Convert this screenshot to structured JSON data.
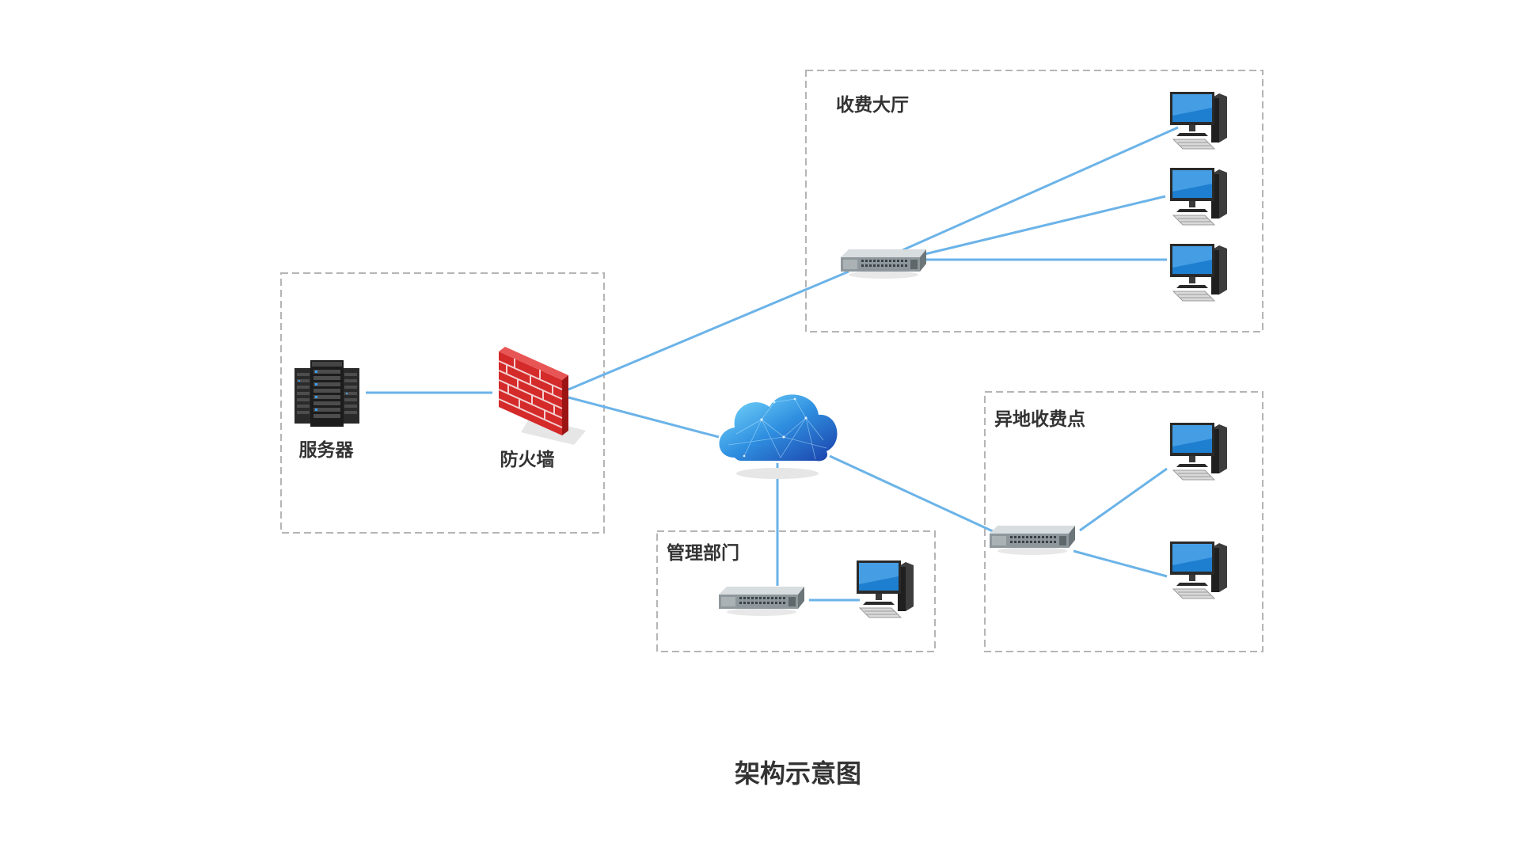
{
  "colors": {
    "link": "#6bb3e8",
    "group_border": "#b5b5b5",
    "label_text": "#333333"
  },
  "groups": {
    "server_zone": {
      "label": ""
    },
    "lobby": {
      "label": "收费大厅"
    },
    "remote": {
      "label": "异地收费点"
    },
    "management": {
      "label": "管理部门"
    }
  },
  "nodes": {
    "server": {
      "label": "服务器",
      "icon": "server-rack-icon"
    },
    "firewall": {
      "label": "防火墙",
      "icon": "firewall-brick-icon"
    },
    "cloud": {
      "label": "",
      "icon": "cloud-icon"
    },
    "switches": [
      "network-switch-icon",
      "network-switch-icon",
      "network-switch-icon"
    ],
    "computers": [
      "desktop-computer-icon",
      "desktop-computer-icon",
      "desktop-computer-icon",
      "desktop-computer-icon",
      "desktop-computer-icon",
      "desktop-computer-icon"
    ]
  },
  "caption": "架构示意图"
}
